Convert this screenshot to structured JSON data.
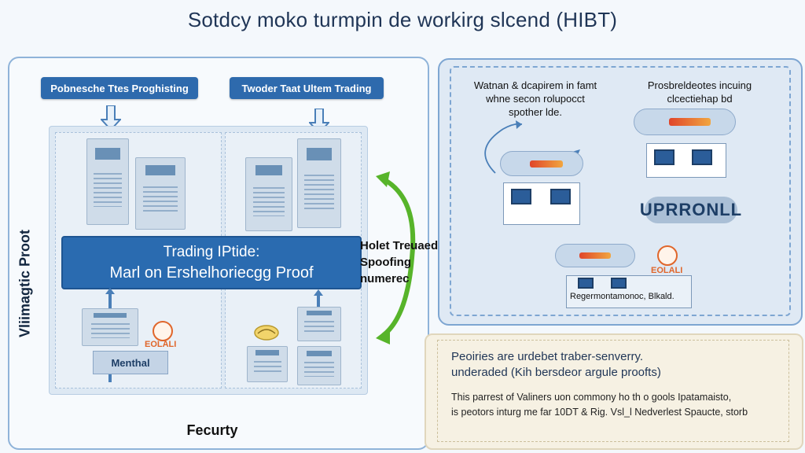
{
  "title": "Sotdcy moko turmpin de workirg slcend (HIBT)",
  "left_panel": {
    "side_label": "Vliimagtic Proot",
    "top_buttons": [
      "Pobnesche Ttes Proghisting",
      "Twoder Taat Ultem Trading"
    ],
    "banner_line1": "Trading IPtide:",
    "banner_line2": "Marl on Ershelhoriecgg Proof",
    "bottom_label": "Fecurty",
    "badge_text": "Menthal",
    "seal_text": "EOLALI",
    "center_note": [
      "Holet Treuaed",
      "Spoofing",
      "numerec"
    ]
  },
  "right_panel": {
    "left_note": [
      "Watnan & dcapirem in famt",
      "whne secon rolupocct",
      "spother lde."
    ],
    "right_note": [
      "Prosbreldeotes incuing",
      "clcectiehap bd"
    ],
    "pill_text": "UPRRONLL",
    "seal_text": "EOLALI",
    "footer_text": "Regermontamonoc, Blkald."
  },
  "info_panel": {
    "heading_line1": "Peoiries are urdebet traber-senverry.",
    "heading_line2": "underaded (Kih bersdeor argule proofts)",
    "body_line1": "This parrest of Valiners uon commony ho th o gools Ipatamaisto,",
    "body_line2": "is peotors inturg me far 10DT & Rig. Vsl_l Nedverlest Spaucte, storb"
  },
  "colors": {
    "primary_blue": "#2a6bb0",
    "green_arrow": "#57b42a",
    "panel_border": "#8fb3d9",
    "info_background": "#f6f1e3"
  }
}
